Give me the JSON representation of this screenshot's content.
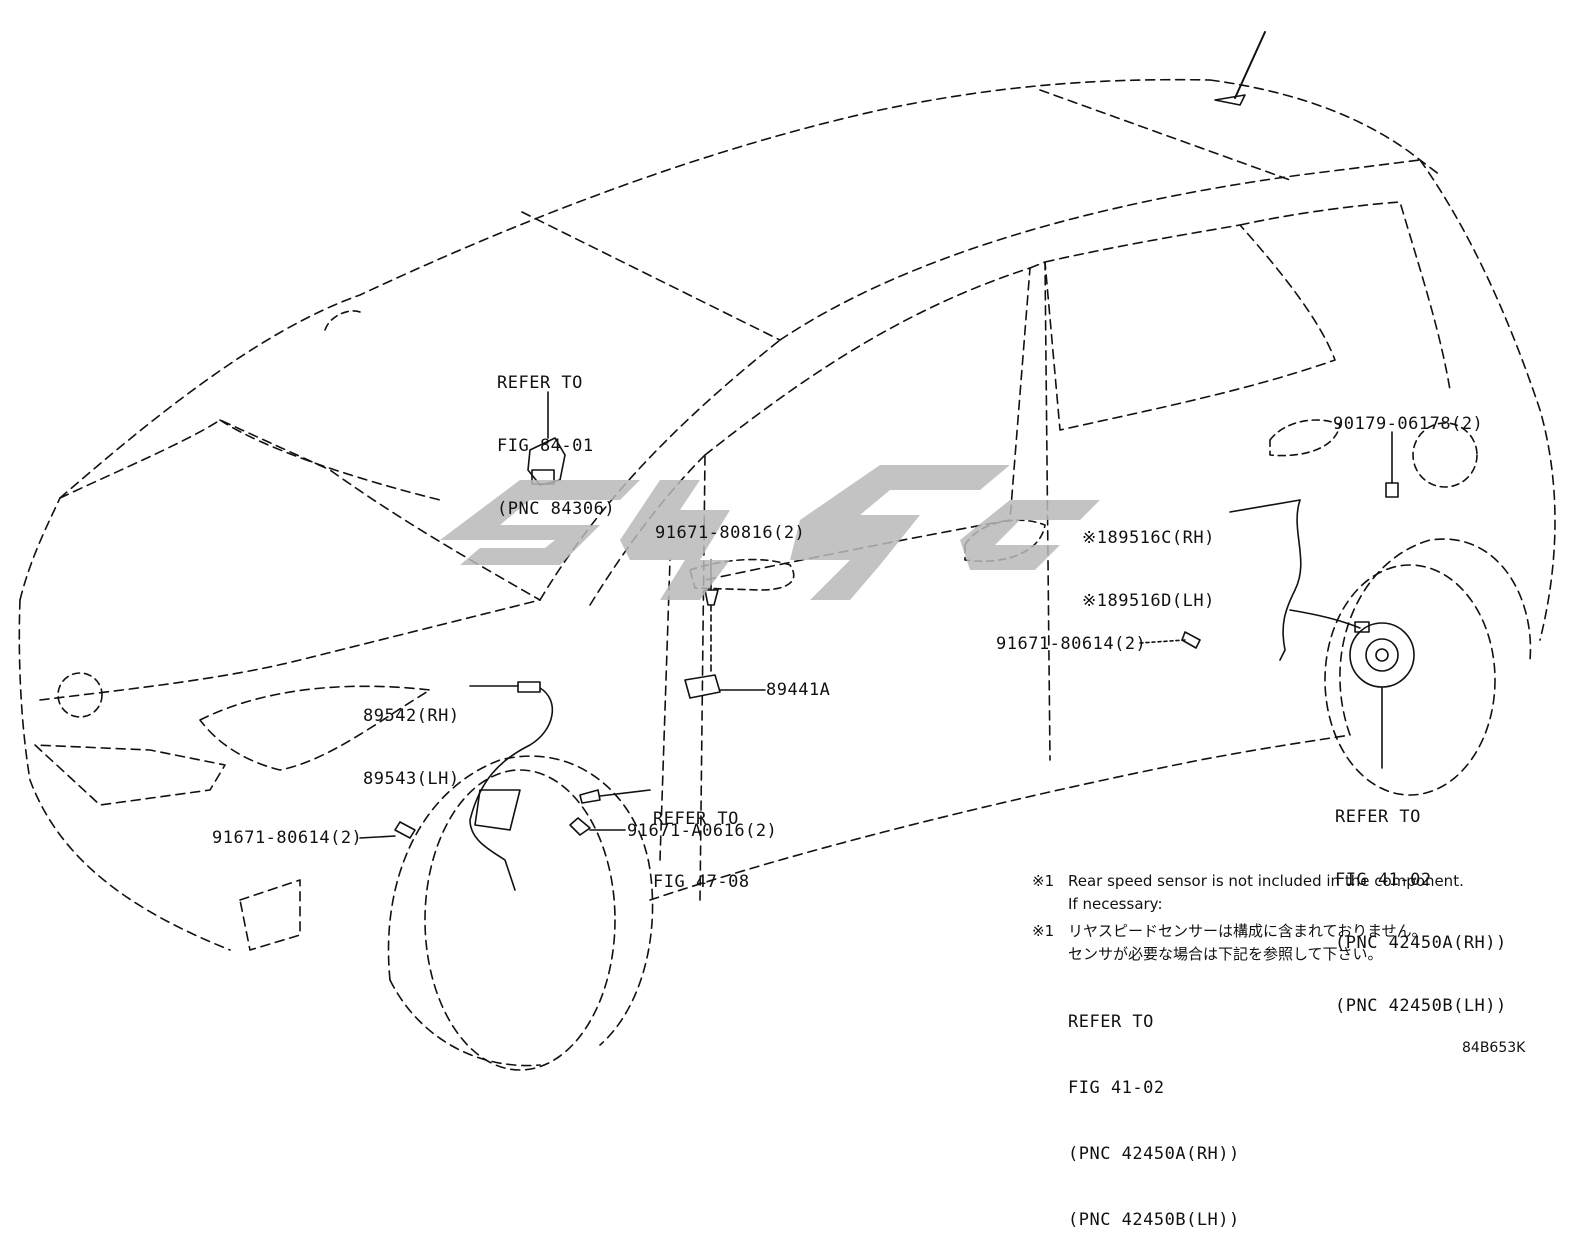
{
  "labels": {
    "refer_84": [
      "REFER TO",
      "FIG 84-01",
      "(PNC 84306)"
    ],
    "bolt_90179": "90179-06178(2)",
    "rear_sensor": [
      "※189516C(RH)",
      "※189516D(LH)"
    ],
    "bolt_80816": "91671-80816(2)",
    "bolt_80614_rear": "91671-80614(2)",
    "front_sensor": [
      "89542(RH)",
      "89543(LH)"
    ],
    "part_89441A": "89441A",
    "refer_47": [
      "REFER TO",
      "FIG 47-08"
    ],
    "bolt_80614_front": "91671-80614(2)",
    "bolt_A0616": "91671-A0616(2)",
    "refer_41": [
      "REFER TO",
      "FIG 41-02",
      "(PNC 42450A(RH))",
      "(PNC 42450B(LH))"
    ]
  },
  "notes": {
    "en_mark": "※1",
    "en_line1": "Rear speed sensor is not included in the component.",
    "en_line2": "If necessary:",
    "jp_mark": "※1",
    "jp_line1": "リヤスピードセンサーは構成に含まれておりません。",
    "jp_line2": "センサが必要な場合は下記を参照して下さい。",
    "refer_lines": [
      "REFER TO",
      "FIG 41-02",
      "(PNC 42450A(RH))",
      "(PNC 42450B(LH))"
    ]
  },
  "figure_code": "84B653K",
  "watermark_color": "#b8b8b8"
}
